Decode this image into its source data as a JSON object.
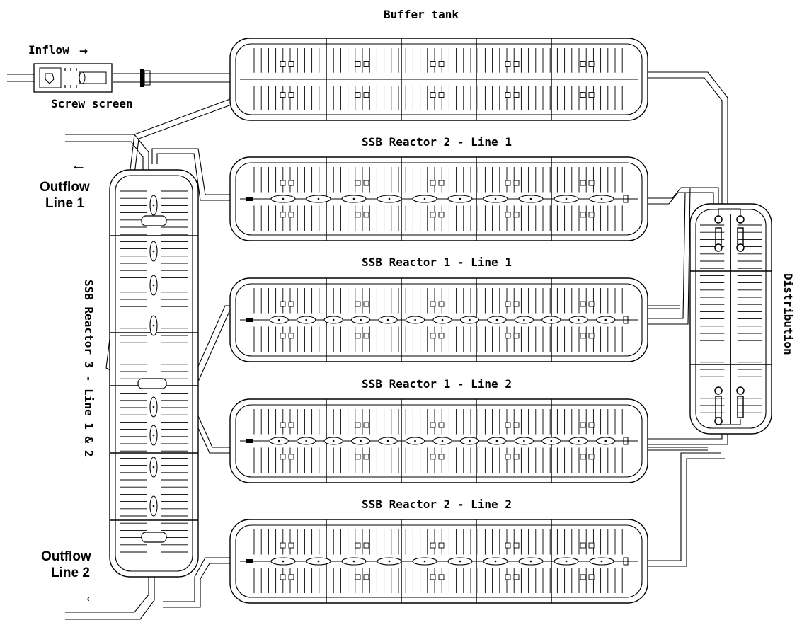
{
  "labels": {
    "buffer_tank": "Buffer tank",
    "inflow": "Inflow",
    "inflow_arrow": "→",
    "screw_screen": "Screw screen",
    "reactor_2_line_1": "SSB Reactor 2 - Line 1",
    "reactor_1_line_1": "SSB Reactor 1 - Line 1",
    "reactor_1_line_2": "SSB Reactor 1 - Line 2",
    "reactor_2_line_2": "SSB Reactor 2 - Line 2",
    "reactor_3": "SSB Reactor 3 - Line 1 & 2",
    "distribution": "Distribution",
    "outflow_line1_a": "Outflow",
    "outflow_line1_b": "Line 1",
    "outflow_line2_a": "Outflow",
    "outflow_line2_b": "Line 2",
    "outflow_arrow": "←"
  },
  "colors": {
    "line": "#000000",
    "background": "#ffffff"
  }
}
